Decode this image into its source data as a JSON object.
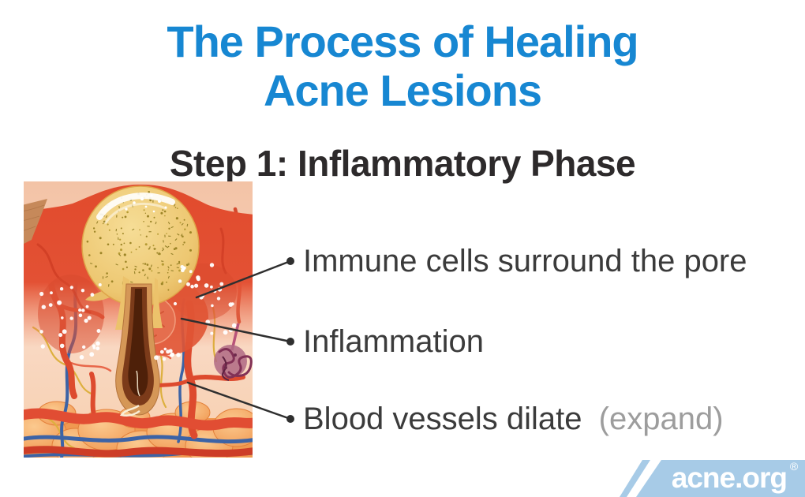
{
  "theme": {
    "accent_blue": "#1787d2",
    "heading_dark": "#2d2a2b",
    "body_text": "#3b3b3b",
    "muted_text": "#9d9d9d",
    "line_color": "#2f2f2f",
    "banner_blue": "#a7cbe7",
    "logo_white": "#ffffff"
  },
  "header": {
    "title_line1": "The Process of Healing",
    "title_line2": "Acne Lesions",
    "subtitle": "Step 1: Inflammatory Phase"
  },
  "callouts": [
    {
      "label": "Immune cells surround the pore",
      "note": ""
    },
    {
      "label": "Inflammation",
      "note": ""
    },
    {
      "label": "Blood vessels dilate",
      "note": "(expand)"
    }
  ],
  "illustration": {
    "icon_name": "skin-cross-section-inflamed-pore-illustration"
  },
  "logo": {
    "text": "acne.org",
    "registered_mark": "®"
  }
}
